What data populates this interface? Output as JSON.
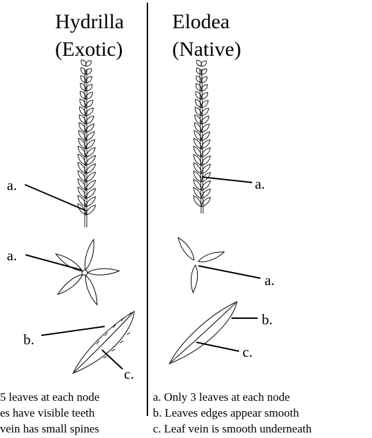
{
  "left": {
    "title_line1": "Hydrilla",
    "title_line2": "(Exotic)",
    "labels": {
      "stem": "a.",
      "whorl": "a.",
      "leaf_edge": "b.",
      "leaf_vein": "c."
    },
    "captions": [
      "5 leaves at each node",
      "es have visible teeth",
      "vein has small spines"
    ]
  },
  "right": {
    "title_line1": "Elodea",
    "title_line2": "(Native)",
    "labels": {
      "stem": "a.",
      "whorl": "a.",
      "leaf_edge": "b.",
      "leaf_vein": "c."
    },
    "captions": [
      "a.  Only 3 leaves at each node",
      "b.  Leaves edges appear smooth",
      "c.  Leaf vein is smooth underneath"
    ]
  }
}
